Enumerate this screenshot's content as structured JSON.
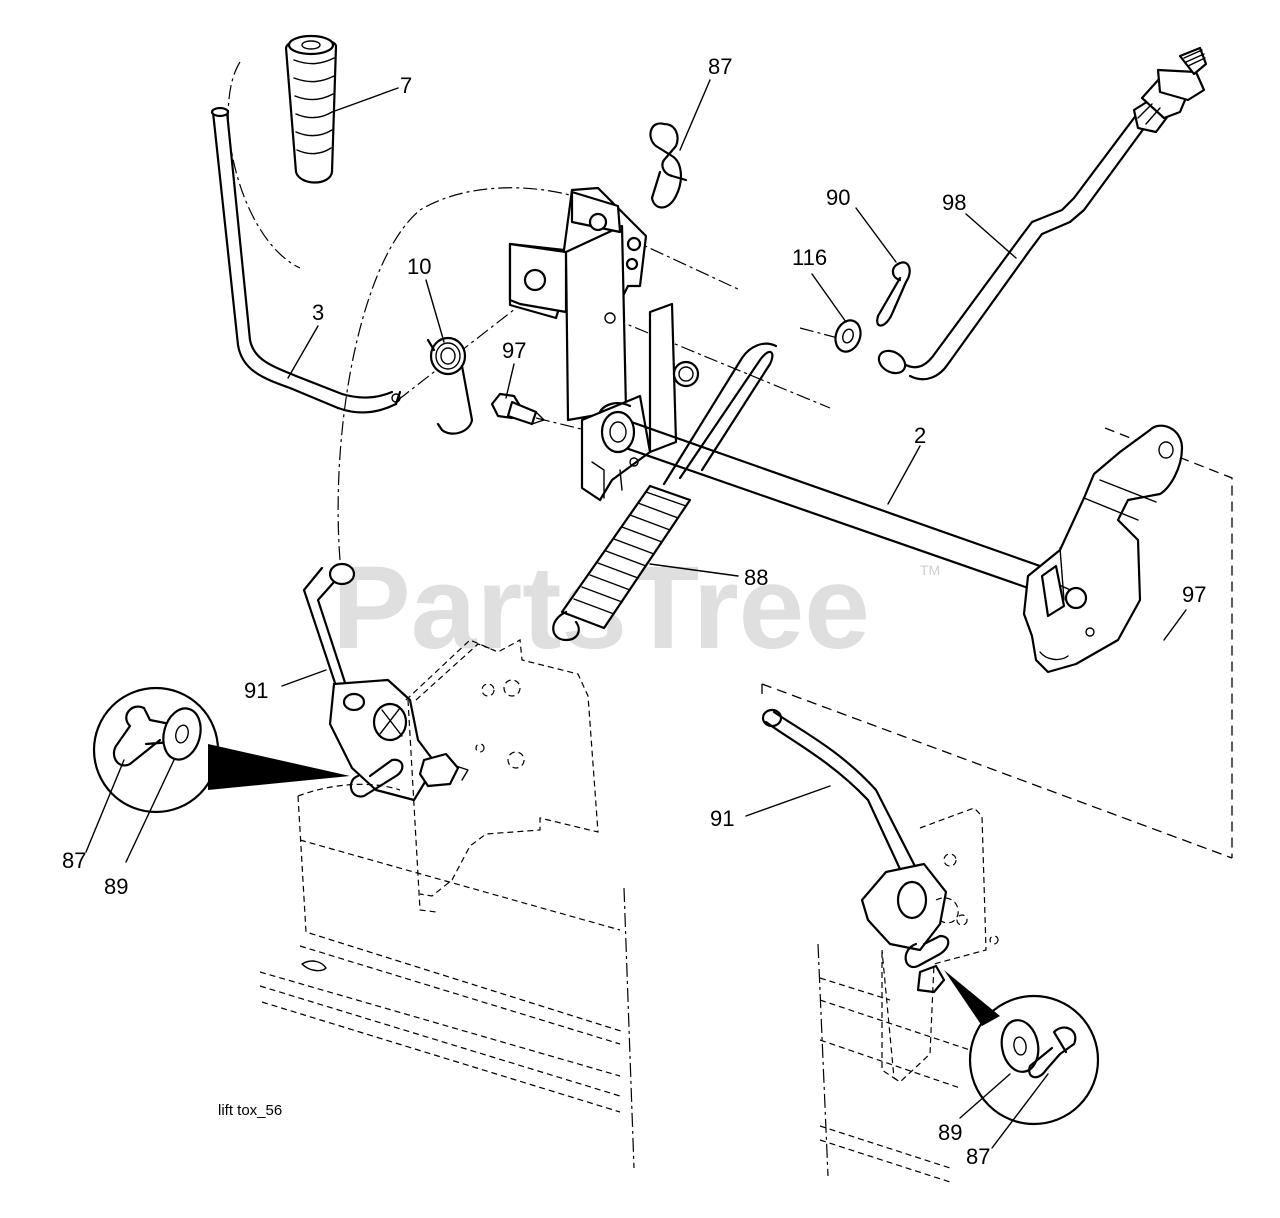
{
  "watermark": {
    "text": "PartsTree",
    "trademark": "TM",
    "color": "#d9d9d9"
  },
  "caption": "lift tox_56",
  "callouts": {
    "c7": "7",
    "c87_top": "87",
    "c10": "10",
    "c3": "3",
    "c97_left": "97",
    "c90": "90",
    "c98": "98",
    "c116": "116",
    "c2": "2",
    "c88": "88",
    "c97_right": "97",
    "c91_left": "91",
    "c87_left": "87",
    "c89_left": "89",
    "c91_right": "91",
    "c89_right": "89",
    "c87_right": "87"
  }
}
